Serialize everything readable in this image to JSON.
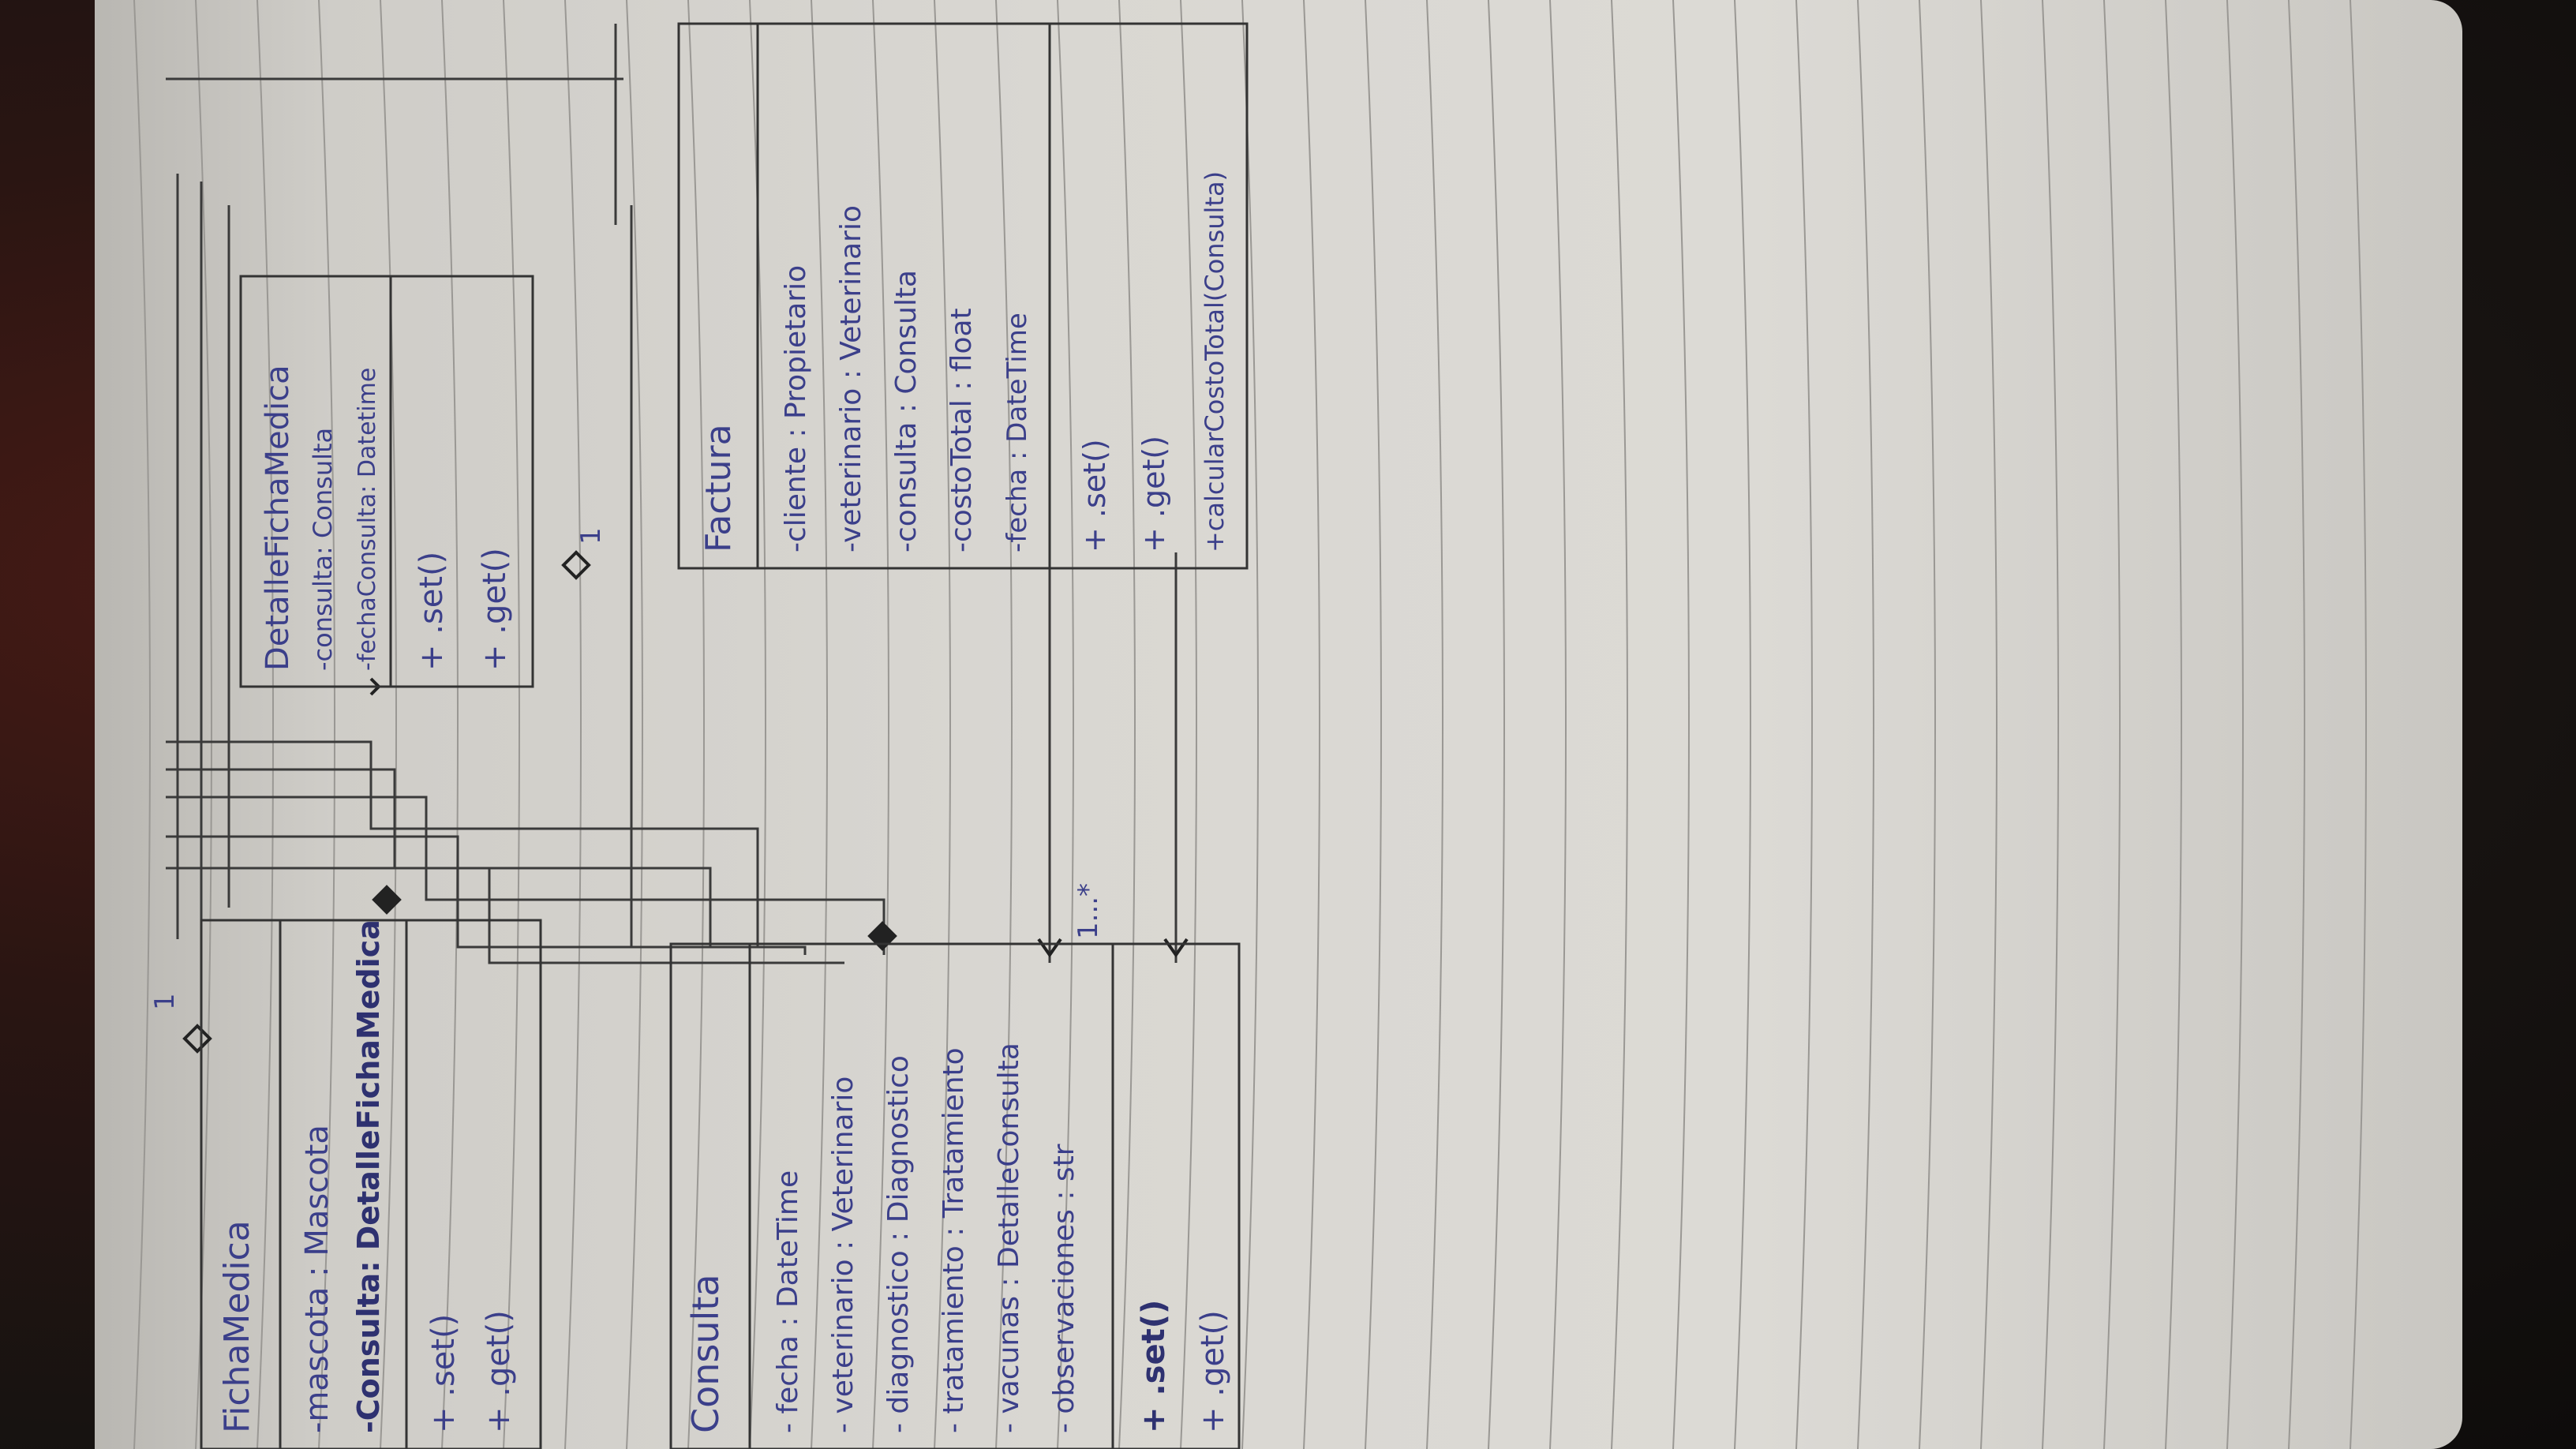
{
  "diagram": {
    "ficha_medica": {
      "name": "FichaMedica",
      "attr1": "-mascota : Mascota",
      "attr2": "-Consulta: DetalleFichaMedica",
      "op1": "+ .set()",
      "op2": "+ .get()",
      "mult": "1"
    },
    "consulta": {
      "name": "Consulta",
      "attr1": "- fecha : DateTime",
      "attr2": "- veterinario : Veterinario",
      "attr3": "- diagnostico : Diagnostico",
      "attr4": "- tratamiento : Tratamiento",
      "attr5": "- vacunas : DetalleConsulta",
      "attr6": "- observaciones : str",
      "op1": "+ .set()",
      "op2": "+ .get()",
      "mult": "1...*"
    },
    "detalle_ficha_medica": {
      "name": "DetalleFichaMedica",
      "attr1": "-consulta: Consulta",
      "attr2": "-fechaConsulta: Datetime",
      "op1": "+ .set()",
      "op2": "+ .get()",
      "mult": "1"
    },
    "factura": {
      "name": "Factura",
      "attr1": "-cliente : Propietario",
      "attr2": "-veterinario : Veterinario",
      "attr3": "-consulta : Consulta",
      "attr4": "-costoTotal : float",
      "attr5": "-fecha : DateTime",
      "op1": "+ .set()",
      "op2": "+ .get()",
      "op3": "+calcularCostoTotal(Consulta)"
    }
  },
  "colors": {
    "ink": "#3b3f8a",
    "pencil": "#3a3a3a",
    "paper": "#d8d6d1"
  }
}
